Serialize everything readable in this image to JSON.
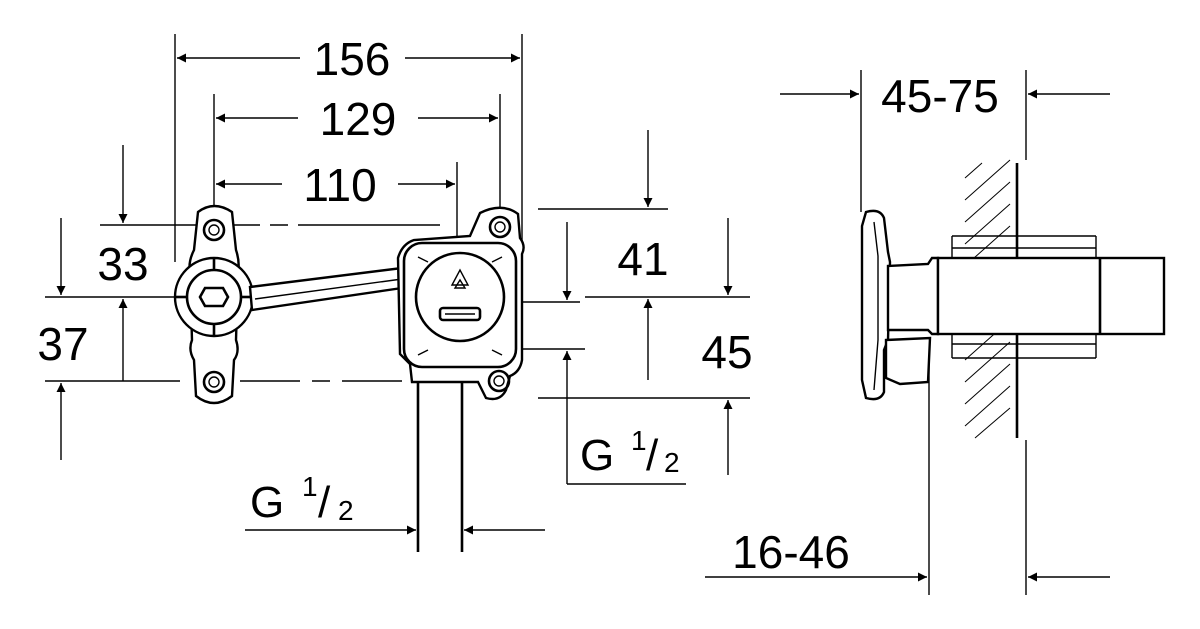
{
  "dimensions": {
    "d156": "156",
    "d129": "129",
    "d110": "110",
    "d33": "33",
    "d37": "37",
    "d41": "41",
    "d45": "45",
    "d45_75": "45-75",
    "d16_46": "16-46"
  },
  "threads": {
    "bottom": {
      "letter": "G",
      "numerator": "1",
      "slash": "/",
      "denominator": "2"
    },
    "right": {
      "letter": "G",
      "numerator": "1",
      "slash": "/",
      "denominator": "2"
    }
  },
  "colors": {
    "ink": "#000000",
    "paper": "#ffffff"
  }
}
